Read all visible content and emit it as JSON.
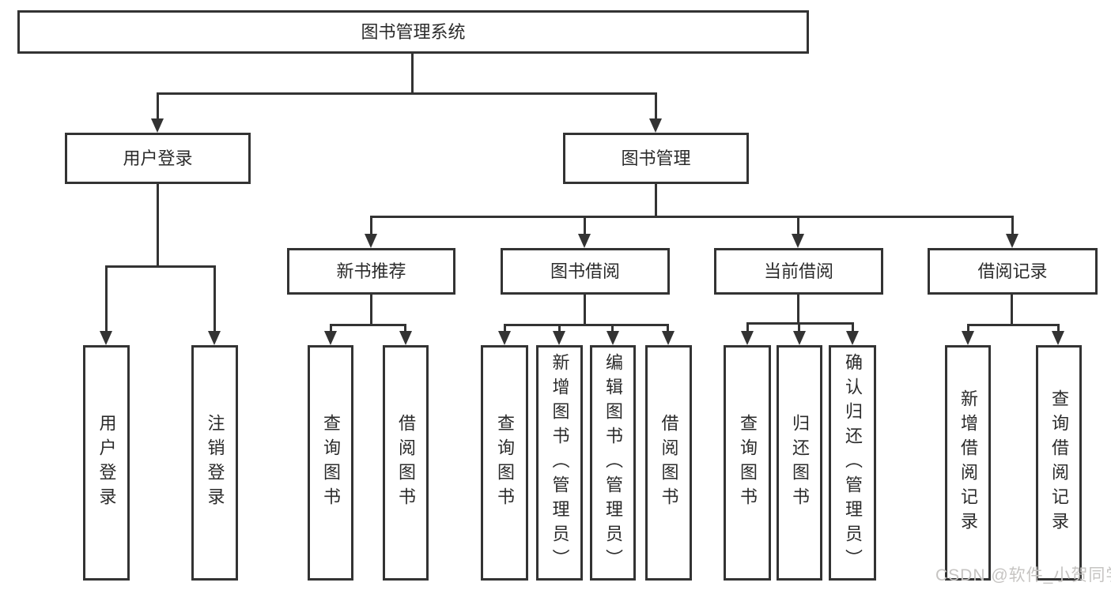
{
  "diagram": {
    "title": "图书管理系统",
    "root": {
      "label": "图书管理系统"
    },
    "level2": [
      {
        "label": "用户登录"
      },
      {
        "label": "图书管理"
      }
    ],
    "level3": [
      {
        "label": "新书推荐"
      },
      {
        "label": "图书借阅"
      },
      {
        "label": "当前借阅"
      },
      {
        "label": "借阅记录"
      }
    ],
    "leaves": [
      {
        "label": "用户登录"
      },
      {
        "label": "注销登录"
      },
      {
        "label": "查询图书"
      },
      {
        "label": "借阅图书"
      },
      {
        "label": "查询图书"
      },
      {
        "label": "新增图书（管理员）"
      },
      {
        "label": "编辑图书（管理员）"
      },
      {
        "label": "借阅图书"
      },
      {
        "label": "查询图书"
      },
      {
        "label": "归还图书"
      },
      {
        "label": "确认归还（管理员）"
      },
      {
        "label": "新增借阅记录"
      },
      {
        "label": "查询借阅记录"
      }
    ]
  },
  "watermark": {
    "text": "CSDN @软件_小贺同学"
  },
  "colors": {
    "line": "#333333",
    "text": "#2b2b2b",
    "background": "#ffffff",
    "watermark": "#c6c4c2"
  }
}
